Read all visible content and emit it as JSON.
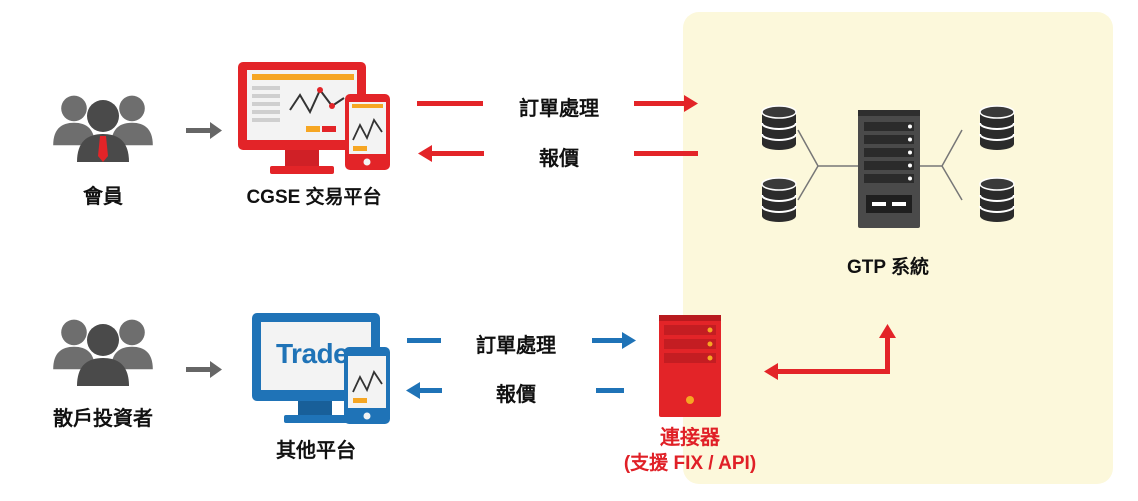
{
  "colors": {
    "red": "#e32428",
    "blue": "#1f73b7",
    "gray": "#666666",
    "zone": "#fcf8db"
  },
  "members": {
    "label": "會員"
  },
  "cgse_platform": {
    "label": "CGSE 交易平台"
  },
  "top_flow": {
    "order_label": "訂單處理",
    "quote_label": "報價"
  },
  "gtp_system": {
    "label": "GTP 系統"
  },
  "retail_investors": {
    "label": "散戶投資者"
  },
  "other_platform": {
    "label": "其他平台",
    "screen_text": "Trade"
  },
  "bottom_flow": {
    "order_label": "訂單處理",
    "quote_label": "報價"
  },
  "connector": {
    "label": "連接器",
    "sub_label": "(支援 FIX / API)"
  }
}
